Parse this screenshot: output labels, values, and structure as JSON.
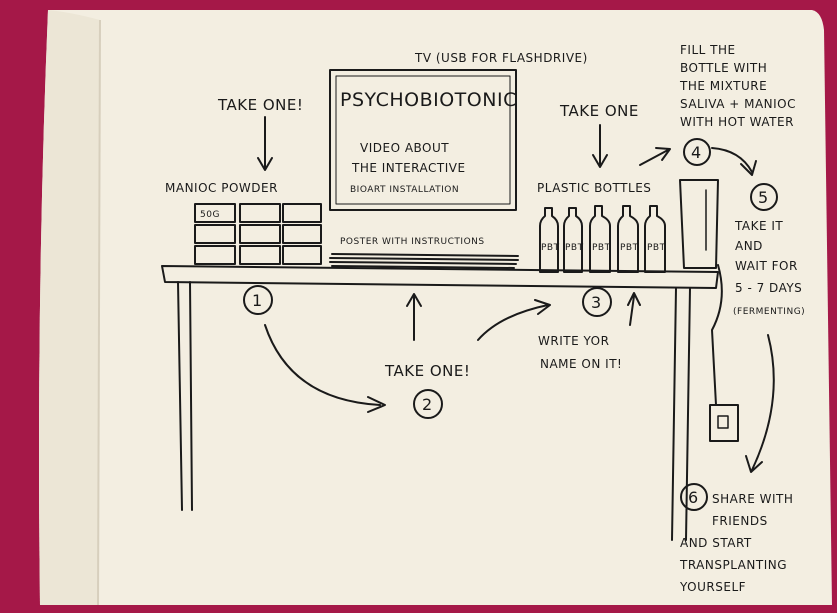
{
  "diagram": {
    "tv_label": "TV (USB FOR FLASHDRIVE)",
    "screen_title": "PSYCHOBIOTONIC",
    "screen_lines": [
      "VIDEO ABOUT",
      "THE INTERACTIVE",
      "BIOART INSTALLATION"
    ],
    "take_one_left": "TAKE ONE!",
    "take_one_right": "TAKE ONE",
    "take_one_center": "TAKE ONE!",
    "manioc_label": "MANIOC POWDER",
    "container_label": "50G",
    "bottles_label": "PLASTIC BOTTLES",
    "bottle_label": "PBT",
    "poster_label": "POSTER WITH INSTRUCTIONS",
    "write_name_lines": [
      "WRITE YOR",
      "NAME ON IT!"
    ],
    "fill_lines": [
      "FILL THE",
      "BOTTLE WITH",
      "THE MIXTURE",
      "SALIVA + MANIOC",
      "WITH HOT WATER"
    ],
    "take_it_lines": [
      "TAKE IT",
      "AND",
      "WAIT FOR",
      "5 - 7 DAYS",
      "(FERMENTING)"
    ],
    "share_lines": [
      "SHARE WITH",
      "FRIENDS",
      "AND START",
      "TRANSPLANTING",
      "YOURSELF"
    ],
    "steps": [
      "1",
      "2",
      "3",
      "4",
      "5",
      "6"
    ]
  }
}
